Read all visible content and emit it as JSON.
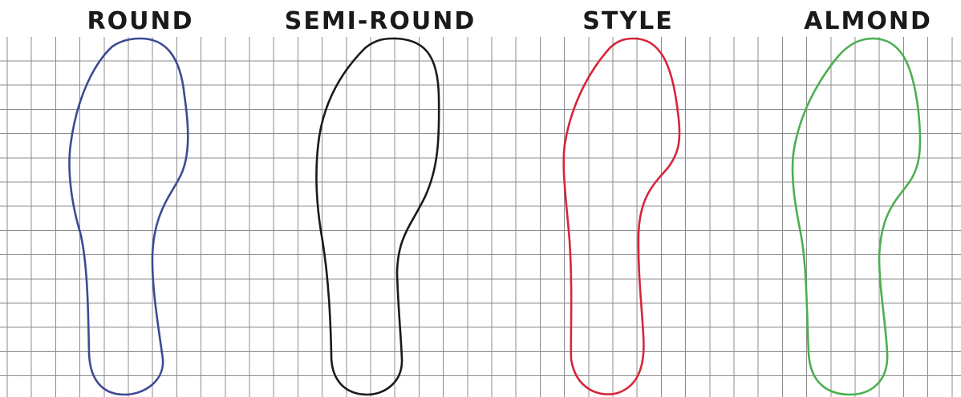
{
  "insoles": [
    {
      "label": "ROUND",
      "color": "#3e4a94"
    },
    {
      "label": "SEMI-ROUND",
      "color": "#1a1a1a"
    },
    {
      "label": "STYLE",
      "color": "#d6263a"
    },
    {
      "label": "ALMOND",
      "color": "#4caf50"
    }
  ],
  "background": "#ffffff",
  "grid_color": "#8c8c8c"
}
